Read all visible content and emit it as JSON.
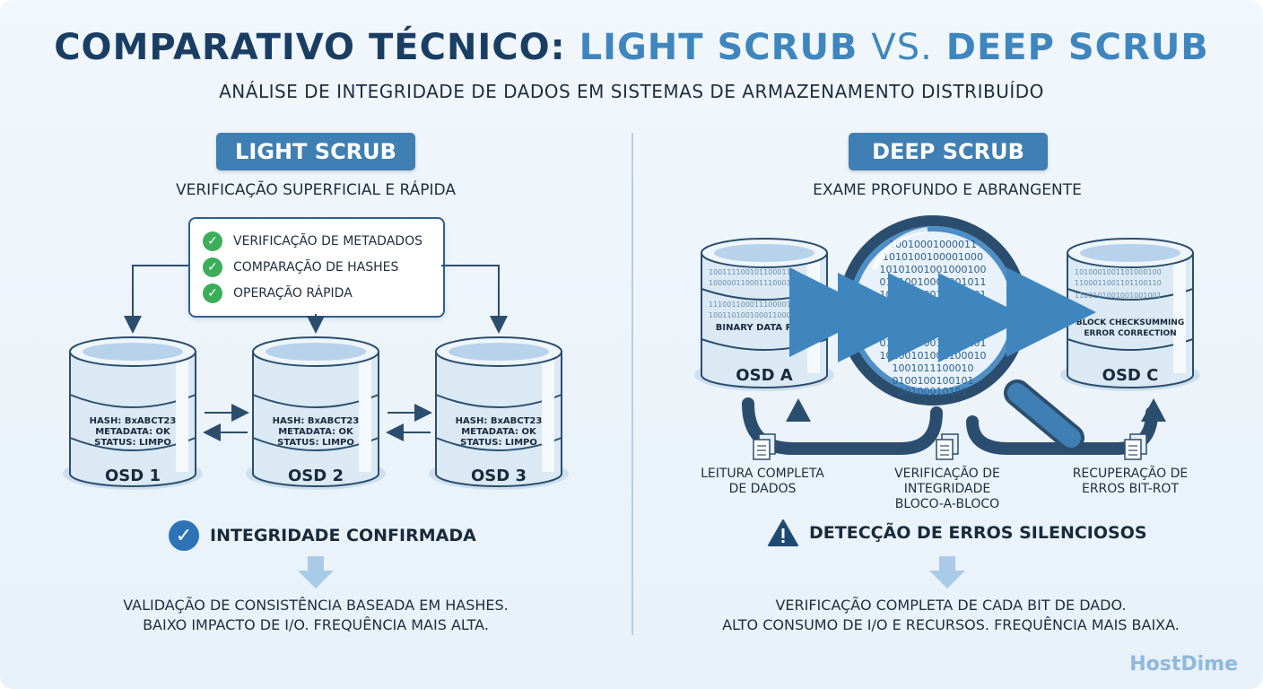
{
  "title": {
    "part1": "COMPARATIVO TÉCNICO:",
    "part2": "LIGHT SCRUB",
    "part3": "VS.",
    "part4": "DEEP SCRUB"
  },
  "subtitle": "ANÁLISE DE INTEGRIDADE DE DADOS EM SISTEMAS DE ARMAZENAMENTO DISTRIBUÍDO",
  "light": {
    "heading": "LIGHT SCRUB",
    "tagline": "VERIFICAÇÃO SUPERFICIAL E RÁPIDA",
    "checks": [
      "VERIFICAÇÃO DE METADADOS",
      "COMPARAÇÃO DE HASHES",
      "OPERAÇÃO RÁPIDA"
    ],
    "osds": [
      {
        "name": "OSD 1",
        "hash": "HASH: BxABCT23",
        "meta": "METADATA: OK",
        "status": "STATUS: LIMPO"
      },
      {
        "name": "OSD 2",
        "hash": "HASH: BxABCT23",
        "meta": "METADATA: OK",
        "status": "STATUS: LIMPO"
      },
      {
        "name": "OSD 3",
        "hash": "HASH: BxABCT23",
        "meta": "METADATA: OK",
        "status": "STATUS: LIMPO"
      }
    ],
    "result": "INTEGRIDADE CONFIRMADA",
    "desc1": "VALIDAÇÃO DE CONSISTÊNCIA BASEADA EM HASHES.",
    "desc2": "BAIXO IMPACTO DE I/O. FREQUÊNCIA MAIS ALTA."
  },
  "deep": {
    "heading": "DEEP SCRUB",
    "tagline": "EXAME PROFUNDO E ABRANGENTE",
    "osd_a": {
      "name": "OSD A",
      "label": "BINARY DATA READ"
    },
    "osd_c": {
      "name": "OSD C",
      "label1": "BLOCK CHECKSUMMING",
      "label2": "ERROR CORRECTION"
    },
    "binary": [
      "10010001000011",
      "1010100100001000",
      "10101001001000100",
      "01010010001001011",
      "10100100010000101",
      "10010011010010",
      "10110001101010101",
      "01001100011011101",
      "10100101001100010",
      "1001011100010",
      "0100100100101",
      "10100010101"
    ],
    "steps": [
      {
        "line1": "LEITURA COMPLETA",
        "line2": "DE DADOS",
        "line3": ""
      },
      {
        "line1": "VERIFICAÇÃO DE",
        "line2": "INTEGRIDADE",
        "line3": "BLOCO-A-BLOCO"
      },
      {
        "line1": "RECUPERAÇÃO DE",
        "line2": "ERROS BIT-ROT",
        "line3": ""
      }
    ],
    "result": "DETECÇÃO DE ERROS SILENCIOSOS",
    "desc1": "VERIFICAÇÃO COMPLETA DE CADA BIT DE DADO.",
    "desc2": "ALTO CONSUMO DE I/O E RECURSOS. FREQUÊNCIA MAIS BAIXA."
  },
  "brand": "HostDime",
  "colors": {
    "navy": "#1a3e63",
    "accent": "#3f86be",
    "pill": "#3f7fb3",
    "green": "#3cae5a",
    "cylinder": "#dbe9f5",
    "stroke": "#2c4e6e"
  }
}
